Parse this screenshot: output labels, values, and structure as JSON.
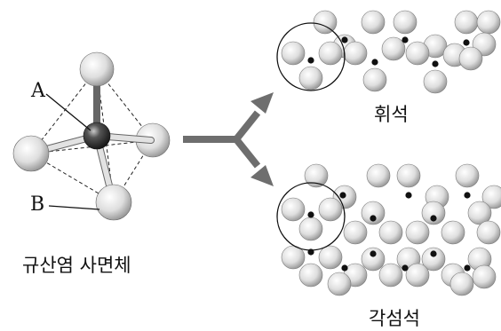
{
  "labels": {
    "point_a": "A",
    "point_b": "B",
    "tetrahedron_title": "규산염 사면체",
    "single_chain": "휘석",
    "double_chain": "각섬석"
  },
  "colors": {
    "oxygen_light": "#f4f4f4",
    "oxygen_shade": "#9a9a9a",
    "silicon_dark": "#2a2a2a",
    "arrow": "#6e6e6e",
    "line": "#111111"
  }
}
